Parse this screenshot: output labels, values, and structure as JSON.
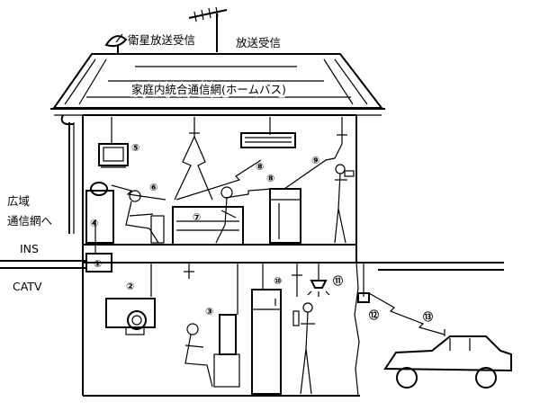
{
  "labels": {
    "satellite": "衛星放送受信",
    "broadcast": "放送受信",
    "home_network": "家庭内統合通信網(ホームバス)",
    "wide_area_1": "広域",
    "wide_area_2": "通信網へ",
    "ins": "INS",
    "catv": "CATV"
  },
  "markers": [
    "①",
    "②",
    "③",
    "④",
    "⑤",
    "⑥",
    "⑦",
    "⑧",
    "⑧",
    "⑨",
    "⑩",
    "⑪",
    "⑫",
    "⑬"
  ]
}
